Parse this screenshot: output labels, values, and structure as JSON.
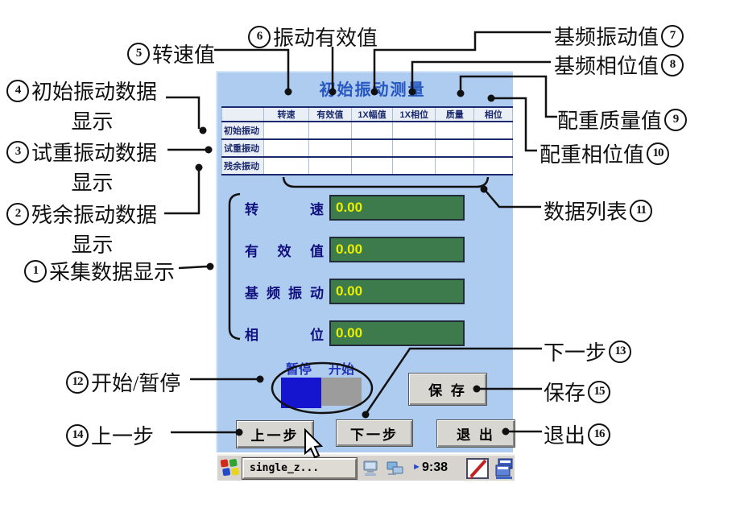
{
  "app": {
    "title": "初始振动测量",
    "table": {
      "col_headers": [
        "转速",
        "有效值",
        "1X幅值",
        "1X相位",
        "质量",
        "相位"
      ],
      "rows": [
        {
          "label": "初始振动",
          "values": [
            "",
            "",
            "",
            "",
            "",
            ""
          ]
        },
        {
          "label": "试重振动",
          "values": [
            "",
            "",
            "",
            "",
            "",
            ""
          ]
        },
        {
          "label": "残余振动",
          "values": [
            "",
            "",
            "",
            "",
            "",
            ""
          ]
        }
      ]
    },
    "fields": [
      {
        "label": "转速",
        "value": "0.00"
      },
      {
        "label": "有效值",
        "value": "0.00"
      },
      {
        "label": "基频振动",
        "value": "0.00"
      },
      {
        "label": "相位",
        "value": "0.00"
      }
    ],
    "indicator": {
      "pause_label": "暂停",
      "start_label": "开始"
    },
    "buttons": {
      "save": "保 存",
      "prev": "上一步",
      "next": "下一步",
      "exit": "退 出"
    },
    "taskbar": {
      "task_button": "single_z...",
      "tray_arrow": "►",
      "time": "9:38"
    }
  },
  "callouts": {
    "c1": {
      "num": "1",
      "text": "采集数据显示"
    },
    "c2": {
      "num": "2",
      "text": "残余振动数据",
      "text2": "显示"
    },
    "c3": {
      "num": "3",
      "text": "试重振动数据",
      "text2": "显示"
    },
    "c4": {
      "num": "4",
      "text": "初始振动数据",
      "text2": "显示"
    },
    "c5": {
      "num": "5",
      "text": "转速值"
    },
    "c6": {
      "num": "6",
      "text": "振动有效值"
    },
    "c7": {
      "num": "7",
      "text": "基频振动值"
    },
    "c8": {
      "num": "8",
      "text": "基频相位值"
    },
    "c9": {
      "num": "9",
      "text": "配重质量值"
    },
    "c10": {
      "num": "10",
      "text": "配重相位值"
    },
    "c11": {
      "num": "11",
      "text": "数据列表"
    },
    "c12": {
      "num": "12",
      "text": "开始/暂停"
    },
    "c13": {
      "num": "13",
      "text": "下一步"
    },
    "c14": {
      "num": "14",
      "text": "上一步"
    },
    "c15": {
      "num": "15",
      "text": "保存"
    },
    "c16": {
      "num": "16",
      "text": "退出"
    }
  },
  "colors": {
    "panel_bg": "#aecbf0",
    "title": "#2757c0",
    "navy": "#1b2a6e",
    "field_bg": "#3e7b4c",
    "field_text": "#e9ef00",
    "field_label": "#10107e",
    "indicator_on": "#1515cf",
    "indicator_off": "#9c9c9c",
    "button_bg": "#d8d6d0",
    "taskbar_bg": "#d7d4cf",
    "annotation": "#111111"
  }
}
